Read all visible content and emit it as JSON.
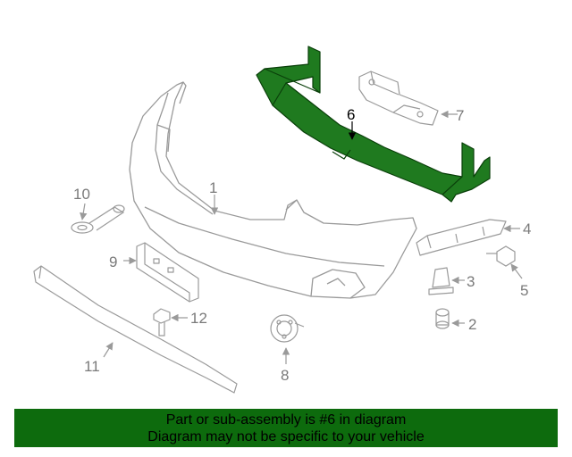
{
  "diagram": {
    "highlight_color": "#0d6b0d",
    "highlight_fill": "#1f7a1f",
    "line_color": "#9a9a9a",
    "callouts": [
      {
        "id": "c1",
        "label": "1"
      },
      {
        "id": "c2",
        "label": "2"
      },
      {
        "id": "c3",
        "label": "3"
      },
      {
        "id": "c4",
        "label": "4"
      },
      {
        "id": "c5",
        "label": "5"
      },
      {
        "id": "c6",
        "label": "6"
      },
      {
        "id": "c7",
        "label": "7"
      },
      {
        "id": "c8",
        "label": "8"
      },
      {
        "id": "c9",
        "label": "9"
      },
      {
        "id": "c10",
        "label": "10"
      },
      {
        "id": "c11",
        "label": "11"
      },
      {
        "id": "c12",
        "label": "12"
      }
    ]
  },
  "banner": {
    "line1": "Part or sub-assembly is #6 in diagram",
    "line2": "Diagram may not be specific to your vehicle"
  }
}
